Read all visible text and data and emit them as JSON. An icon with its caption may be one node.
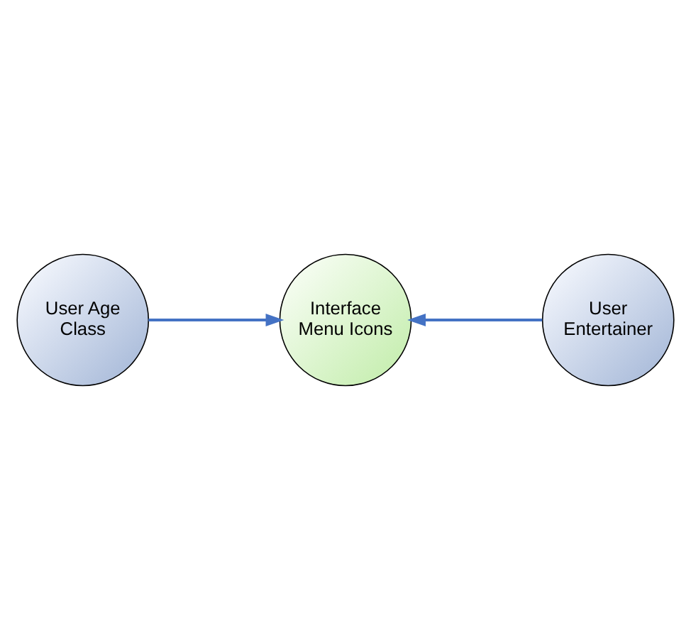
{
  "diagram": {
    "nodes": [
      {
        "text": [
          "User Age Class"
        ]
      },
      {
        "text": [
          "Interface Menu Icons"
        ]
      },
      {
        "text": [
          "User Entertainer"
        ]
      }
    ],
    "edges": [
      {
        "from": 0,
        "to": 1,
        "arrow": "to"
      },
      {
        "from": 2,
        "to": 1,
        "arrow": "to"
      }
    ]
  }
}
